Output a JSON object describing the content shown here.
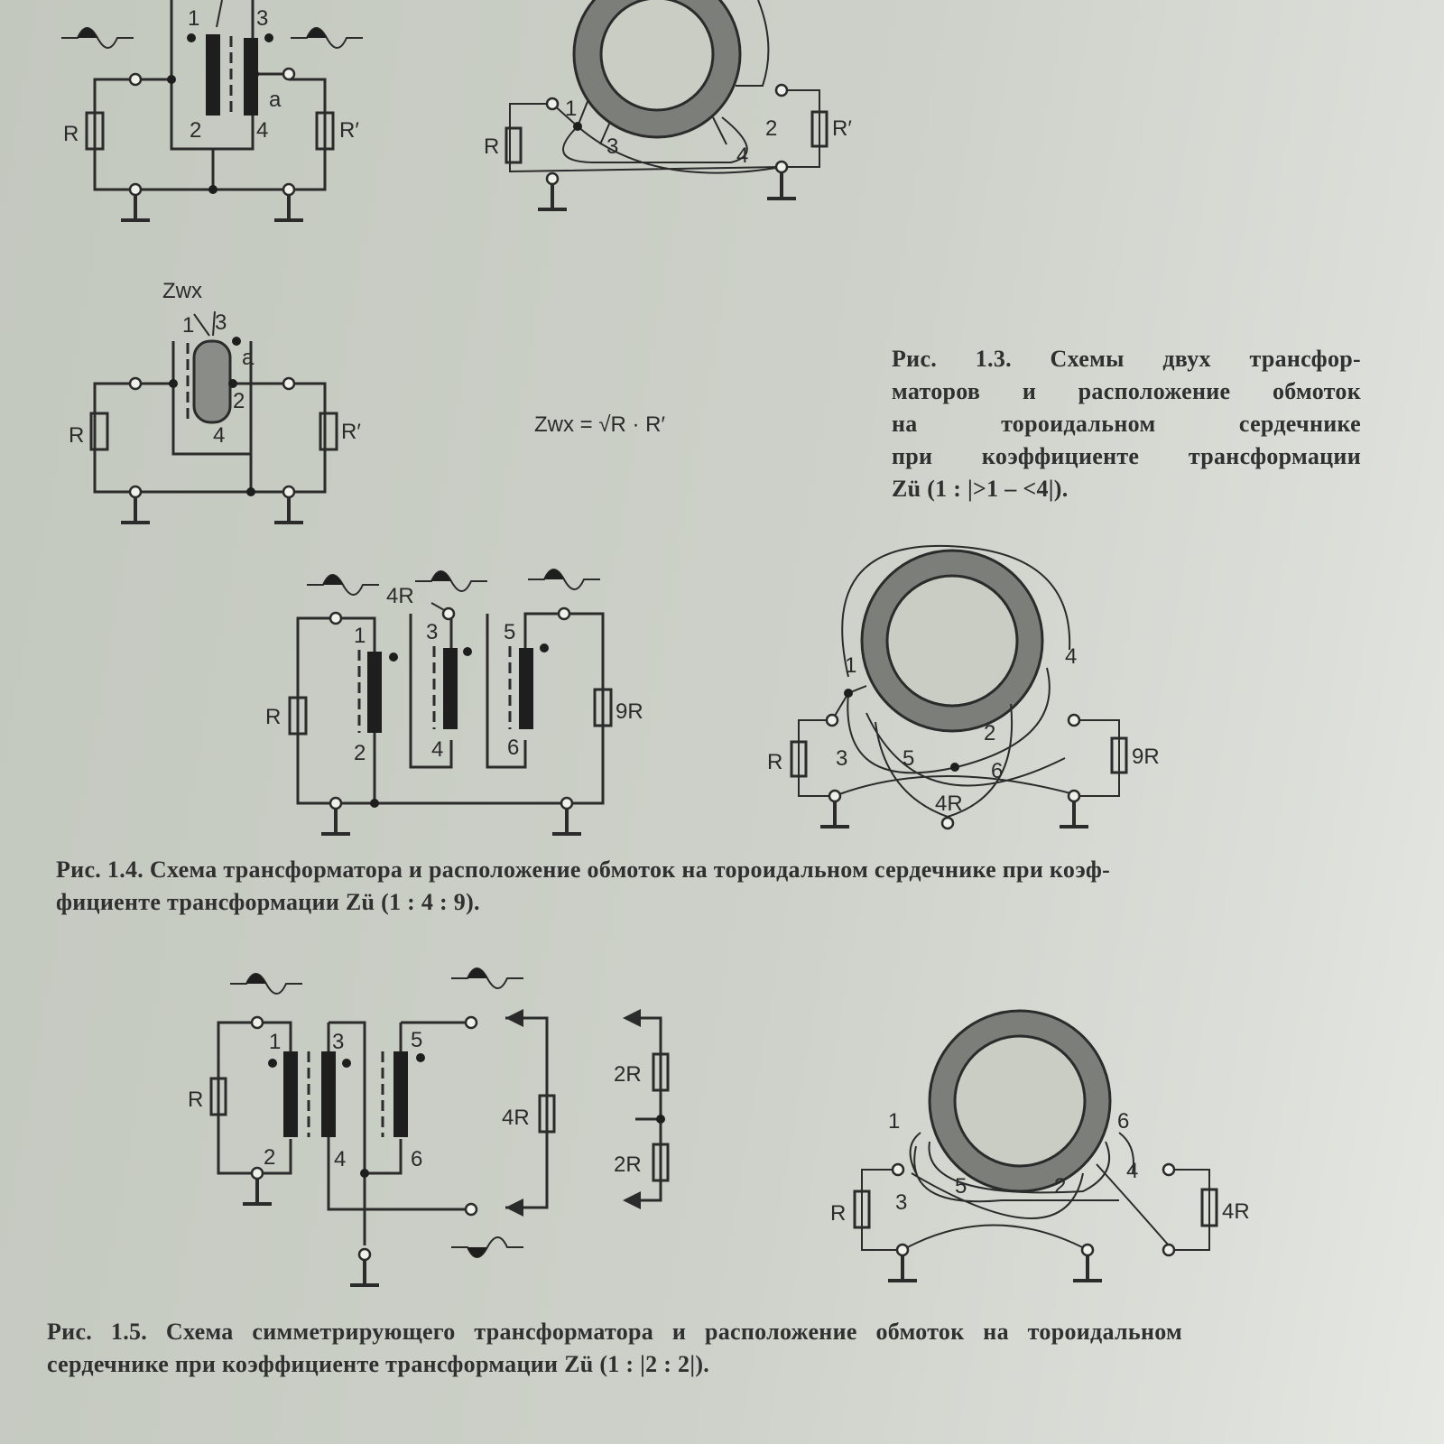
{
  "fig13_schematic": {
    "pin1": "1",
    "pin2": "2",
    "pin3": "3",
    "pin4": "4",
    "tap": "a",
    "r": "R",
    "r_prime": "R′"
  },
  "fig13_toroid": {
    "pin1": "1",
    "pin2": "2",
    "pin3": "3",
    "pin4": "4",
    "r": "R",
    "r_prime": "R′"
  },
  "fig13_line": {
    "zwx": "Zwx",
    "pin1": "1",
    "pin3": "3",
    "tap": "a",
    "pin2": "2",
    "pin4": "4",
    "r": "R",
    "r_prime": "R′"
  },
  "formula": "Zwx = √R · R′",
  "caption_13": [
    "Рис. 1.3. Схемы двух трансфор-",
    "маторов и расположение обмоток",
    "на тороидальном сердечнике",
    "при коэффициенте трансформации",
    "Zü (1 : |>1 – <4|)."
  ],
  "fig14_schematic": {
    "r": "R",
    "r4": "4R",
    "r9": "9R",
    "pin1": "1",
    "pin2": "2",
    "pin3": "3",
    "pin4": "4",
    "pin5": "5",
    "pin6": "6"
  },
  "fig14_toroid": {
    "pin1": "1",
    "pin2": "2",
    "pin3": "3",
    "pin4": "4",
    "pin5": "5",
    "pin6": "6",
    "r": "R",
    "r9": "9R",
    "r4": "4R"
  },
  "caption_14": [
    "Рис. 1.4. Схема трансформатора и расположение обмоток на тороидальном сердечнике при коэф-",
    "фициенте трансформации Zü (1 : 4 : 9)."
  ],
  "fig15_schematic": {
    "pin1": "1",
    "pin2": "2",
    "pin3": "3",
    "pin4": "4",
    "pin5": "5",
    "pin6": "6",
    "r": "R",
    "r4": "4R",
    "r2a": "2R",
    "r2b": "2R"
  },
  "fig15_toroid": {
    "pin1": "1",
    "pin2": "2",
    "pin3": "3",
    "pin4": "4",
    "pin5": "5",
    "pin6": "6",
    "r": "R",
    "r4": "4R"
  },
  "caption_15": [
    "Рис. 1.5. Схема симметрирующего трансформатора и расположение обмоток на тороидальном",
    "сердечнике при коэффициенте трансформации Zü (1 : |2 : 2|)."
  ]
}
